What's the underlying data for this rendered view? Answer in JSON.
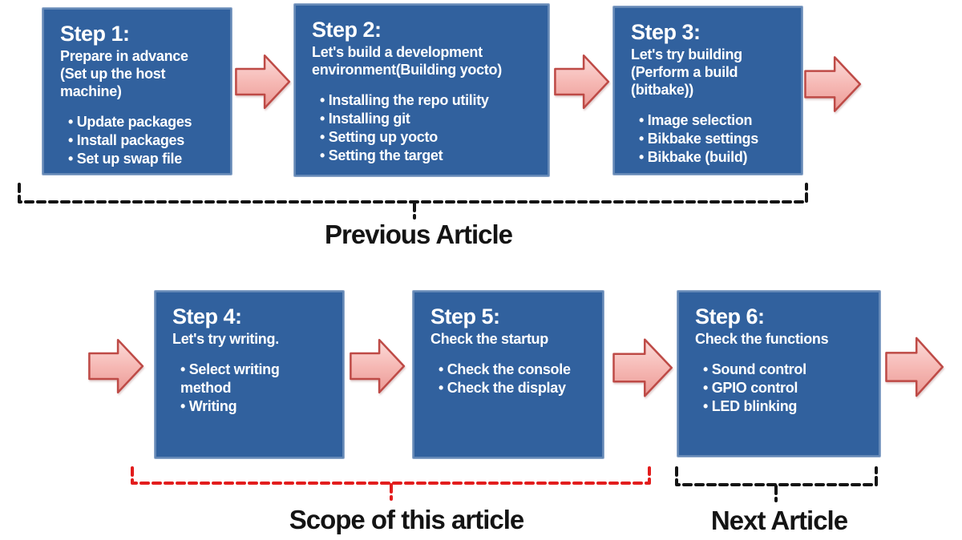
{
  "steps": [
    {
      "title": "Step 1:",
      "subtitle_lines": [
        "Prepare in advance",
        "(Set up the host machine)"
      ],
      "bullets": [
        "Update packages",
        "Install packages",
        "Set up swap file"
      ]
    },
    {
      "title": "Step 2:",
      "subtitle_lines": [
        "Let's build a development",
        "environment(Building yocto)"
      ],
      "bullets": [
        "Installing the repo utility",
        "Installing git",
        "Setting up yocto",
        "Setting the target"
      ]
    },
    {
      "title": "Step 3:",
      "subtitle_lines": [
        "Let's try building",
        "(Perform a build (bitbake))"
      ],
      "bullets": [
        "Image selection",
        "Bikbake settings",
        "Bikbake (build)"
      ]
    },
    {
      "title": "Step 4:",
      "subtitle_lines": [
        "Let's try writing."
      ],
      "bullets": [
        "Select writing method",
        "Writing"
      ]
    },
    {
      "title": "Step 5:",
      "subtitle_lines": [
        "Check the startup"
      ],
      "bullets": [
        "Check the console",
        "Check the display"
      ]
    },
    {
      "title": "Step 6:",
      "subtitle_lines": [
        "Check the functions"
      ],
      "bullets": [
        "Sound control",
        "GPIO control",
        "LED blinking"
      ]
    }
  ],
  "labels": {
    "previous": "Previous Article",
    "scope": "Scope of this article",
    "next": "Next Article"
  },
  "colors": {
    "box_blue": "#31619E",
    "box_text": "#FFFFFF",
    "arrow_top": "#FBDCDA",
    "arrow_mid": "#F6B9B5",
    "arrow_bottom": "#EB9A95",
    "arrow_border": "#BE4A46",
    "bracket_black": "#141414",
    "bracket_red": "#E21D1D",
    "label_color": "#141414"
  }
}
